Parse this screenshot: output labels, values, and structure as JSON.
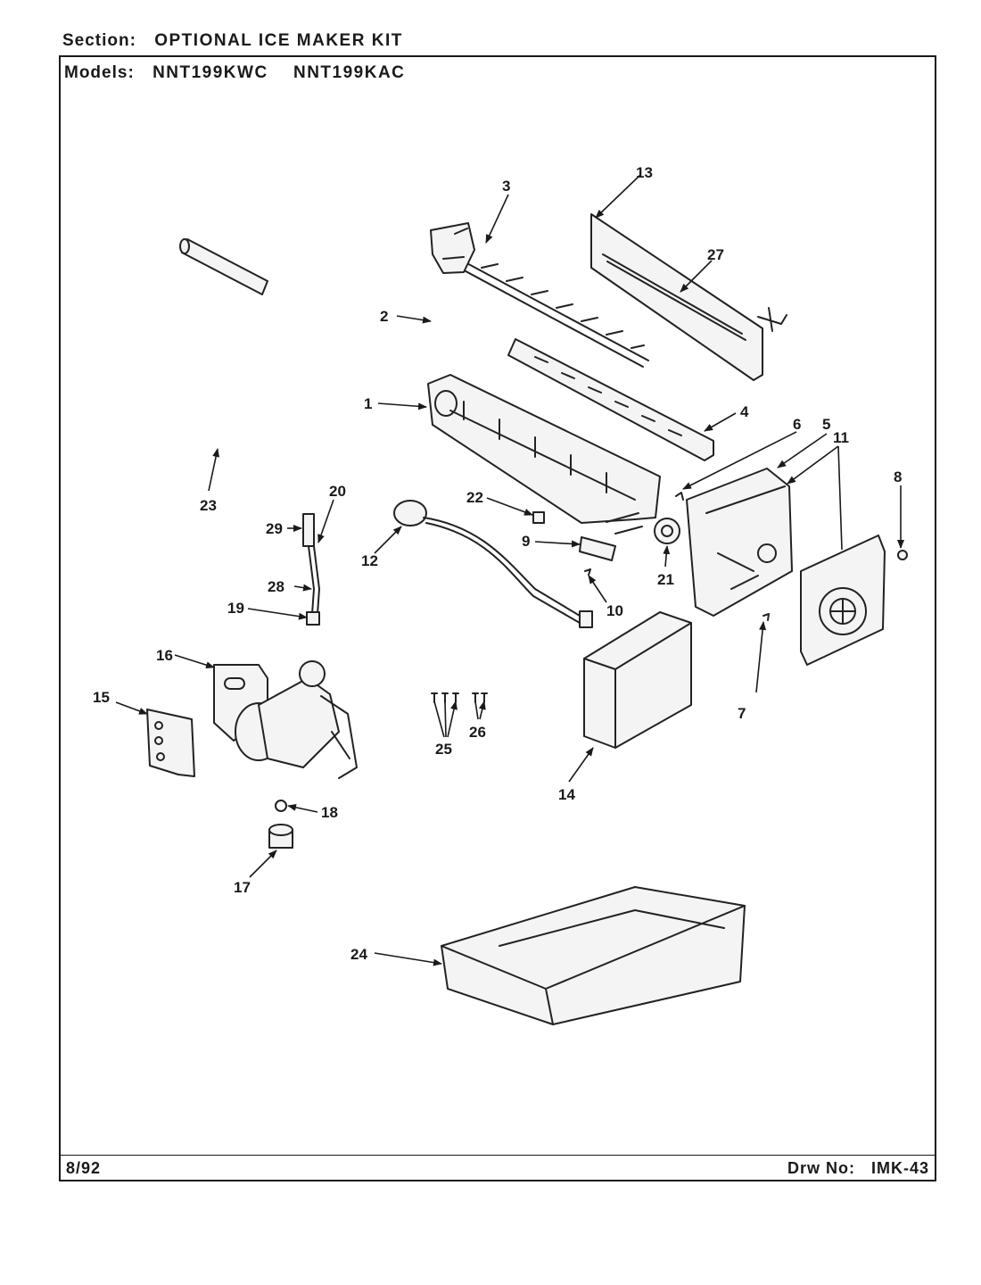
{
  "header": {
    "section_label": "Section:",
    "section_value": "OPTIONAL ICE MAKER KIT",
    "models_label": "Models:",
    "models": [
      "NNT199KWC",
      "NNT199KAC"
    ]
  },
  "footer": {
    "date": "8/92",
    "drawing_label": "Drw No:",
    "drawing_number": "IMK-43"
  },
  "callouts": [
    "1",
    "2",
    "3",
    "4",
    "5",
    "6",
    "7",
    "8",
    "9",
    "10",
    "11",
    "12",
    "13",
    "14",
    "15",
    "16",
    "17",
    "18",
    "19",
    "20",
    "21",
    "22",
    "23",
    "24",
    "25",
    "26",
    "27",
    "28",
    "29"
  ],
  "colors": {
    "ink": "#1a1a1a",
    "paper": "#ffffff"
  }
}
